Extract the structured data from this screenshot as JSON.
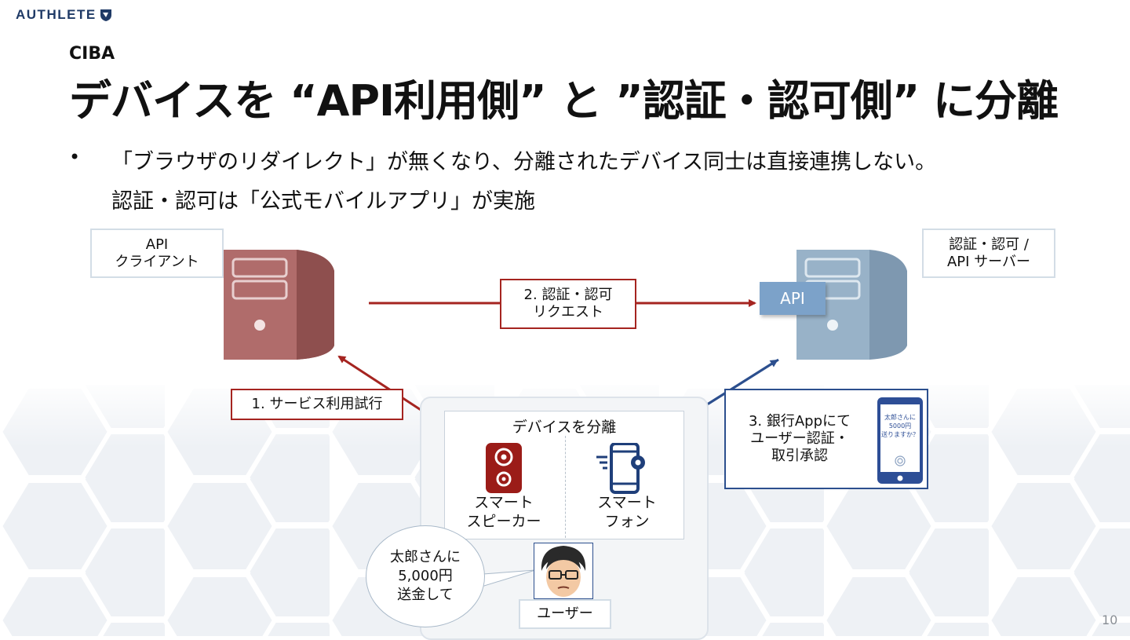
{
  "header": {
    "logo_text": "AUTHLETE"
  },
  "slide": {
    "section": "CIBA",
    "title": "デバイスを “API利用側” と ”認証・認可側” に分離",
    "bullet_marker": "•",
    "bullet_line1": "「ブラウザのリダイレクト」が無くなり、分離されたデバイス同士は直接連携しない。",
    "bullet_line2": "認証・認可は「公式モバイルアプリ」が実施",
    "page_number": "10"
  },
  "diagram": {
    "client_label": "API\nクライアント",
    "server_label": "認証・認可 /\nAPI サーバー",
    "api_tag": "API",
    "step2": "2. 認証・認可\nリクエスト",
    "step1": "1. サービス利用試行",
    "step3": "3. 銀行Appにて\nユーザー認証・\n取引承認",
    "phone_screen_text": "太郎さんに\n5000円\n送りますか？",
    "panel_title": "デバイスを分離",
    "speaker_label": "スマート\nスピーカー",
    "smartphone_label": "スマート\nフォン",
    "bubble_text": "太郎さんに\n5,000円\n送金して",
    "user_label": "ユーザー"
  },
  "colors": {
    "client_server": "#a96463",
    "auth_server": "#8fa9c0",
    "red_arrow": "#a52420",
    "blue_arrow": "#2c4f8e",
    "api_tag": "#7ca2c9",
    "logo": "#1f3a66"
  },
  "icons": [
    "shield-logo-icon",
    "client-server-icon",
    "auth-server-icon",
    "speaker-icon",
    "smartphone-gear-icon",
    "phone-screen-icon",
    "fingerprint-icon",
    "user-avatar-icon"
  ]
}
